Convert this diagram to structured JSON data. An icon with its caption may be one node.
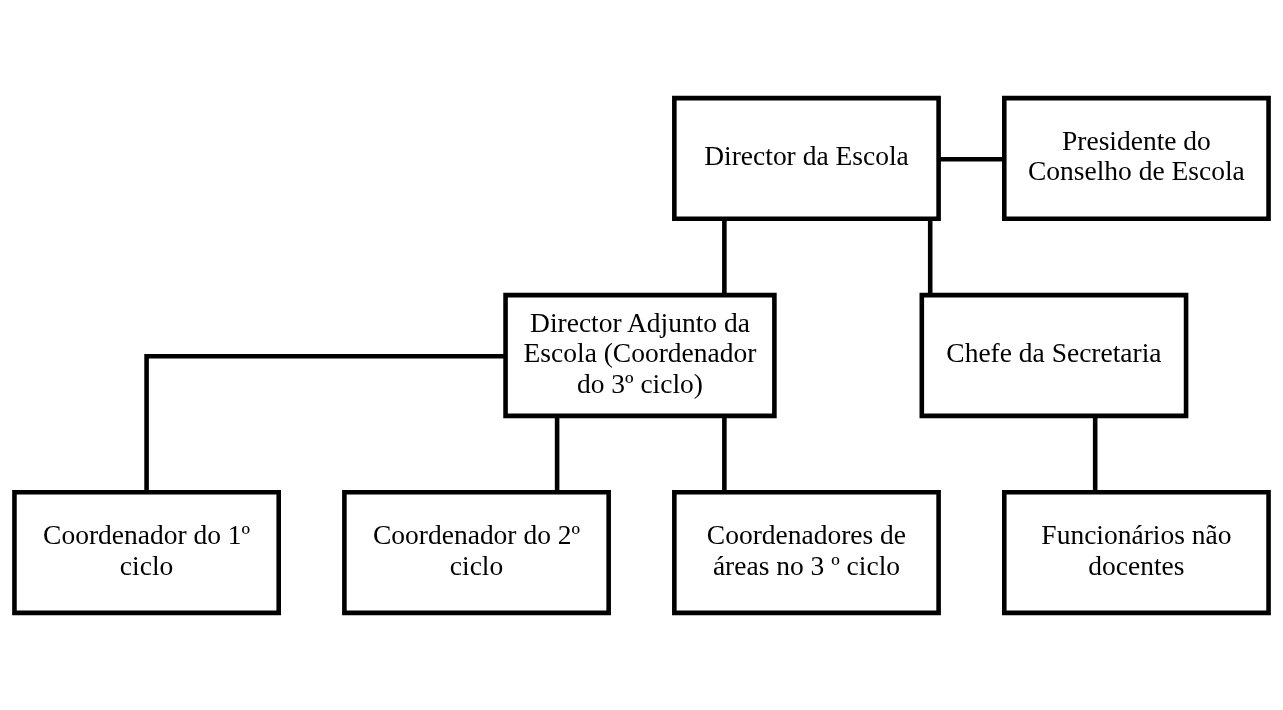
{
  "diagram": {
    "nodes": [
      {
        "text": [
          "Director da Escola"
        ]
      },
      {
        "text": [
          "Presidente do Conselho de Escola"
        ]
      },
      {
        "text": [
          "Director Adjunto da Escola (Coordenador do 3º ciclo)"
        ]
      },
      {
        "text": [
          "Chefe da Secretaria"
        ]
      },
      {
        "text": [
          "Coordenador do 1º ciclo"
        ]
      },
      {
        "text": [
          "Coordenador do 2º ciclo"
        ]
      },
      {
        "text": [
          "Coordenadores de áreas no 3 º ciclo"
        ]
      },
      {
        "text": [
          "Funcionários não docentes"
        ]
      }
    ],
    "edges": [
      {
        "from": 0,
        "to": 1,
        "arrow": "none"
      },
      {
        "from": 0,
        "to": 2,
        "arrow": "none"
      },
      {
        "from": 0,
        "to": 3,
        "arrow": "none"
      },
      {
        "from": 2,
        "to": 4,
        "arrow": "none"
      },
      {
        "from": 2,
        "to": 5,
        "arrow": "none"
      },
      {
        "from": 2,
        "to": 6,
        "arrow": "none"
      },
      {
        "from": 3,
        "to": 7,
        "arrow": "none"
      }
    ]
  }
}
